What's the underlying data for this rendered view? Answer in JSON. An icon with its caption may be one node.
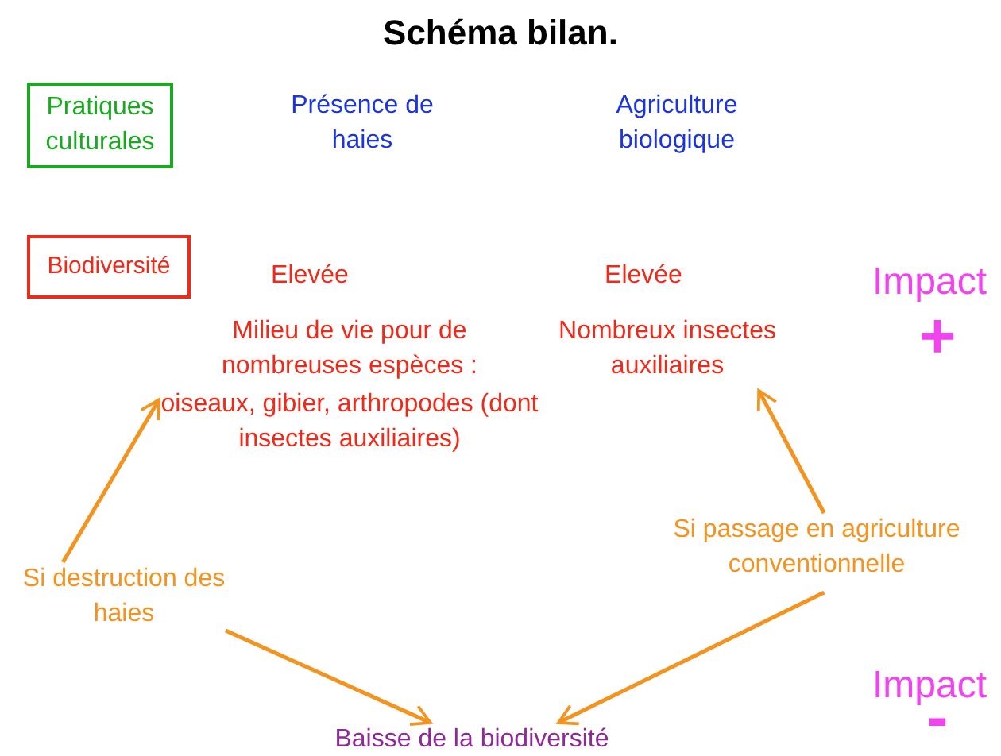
{
  "diagram": {
    "title": "Schéma bilan.",
    "nodes": [
      {
        "text": [
          "Pratiques culturales"
        ]
      },
      {
        "text": [
          "Biodiversité"
        ]
      },
      {
        "text": [
          "Milieu de vie pour de nombreuses espèces :",
          "oiseaux, gibier, arthropodes (dont insectes auxiliaires)"
        ]
      },
      {
        "text": [
          "Nombreux insectes auxiliaires"
        ]
      },
      {
        "text": [
          "Si destruction des haies"
        ]
      },
      {
        "text": [
          "Si passage en agriculture conventionnelle"
        ]
      },
      {
        "text": [
          "Baisse de la biodiversité"
        ]
      }
    ],
    "edges": [
      {
        "from": 4,
        "to": 2,
        "arrow": "to"
      },
      {
        "from": 5,
        "to": 3,
        "arrow": "to"
      },
      {
        "from": 4,
        "to": 6,
        "arrow": "to"
      },
      {
        "from": 5,
        "to": 6,
        "arrow": "to"
      }
    ],
    "labels": [
      "Présence de haies",
      "Agriculture biologique",
      "Elevée",
      "Elevée",
      "Impact",
      "+",
      "Impact",
      "-"
    ]
  }
}
